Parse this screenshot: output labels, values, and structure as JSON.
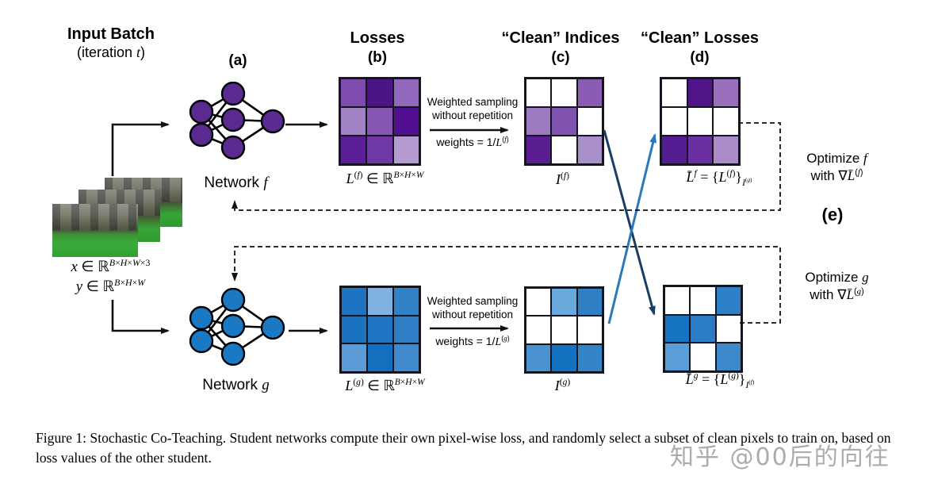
{
  "colors": {
    "purple_node": "#5B2A91",
    "blue_node": "#1B79C4",
    "navy_arrow": "#1A3C66",
    "blue_arrow": "#2B79BD",
    "arrow_black": "#111111",
    "watermark_gray": "#ACACAC"
  },
  "input": {
    "title": "Input Batch",
    "subtitle_html": "(iteration <i>t</i>)",
    "x_def_html": "<i>x</i> ∈ ℝ<sup><i>B</i>×<i>H</i>×<i>W</i>×3</sup>",
    "y_def_html": "<i>y</i> ∈ ℝ<sup><i>B</i>×<i>H</i>×<i>W</i></sup>"
  },
  "panel_labels": {
    "a": "(a)",
    "b": "(b)",
    "c": "(c)",
    "d": "(d)",
    "e": "(e)"
  },
  "columns": {
    "losses": "Losses",
    "clean_indices": "“Clean” Indices",
    "clean_losses": "“Clean” Losses"
  },
  "network_f": {
    "word": "Network",
    "symbol": "f"
  },
  "network_g": {
    "word": "Network",
    "symbol": "g"
  },
  "sampling_f": {
    "line1": "Weighted sampling",
    "line2": "without repetition",
    "weights_html": "weights = 1/<i>L</i><sup>(<i>f</i>)</sup>"
  },
  "sampling_g": {
    "line1": "Weighted sampling",
    "line2": "without repetition",
    "weights_html": "weights = 1/<i>L</i><sup>(<i>g</i>)</sup>"
  },
  "grids": {
    "losses_f": {
      "label_html": "<i>L</i><sup>(<i>f</i>)</sup> ∈ ℝ<sup><i>B</i>×<i>H</i>×<i>W</i></sup>",
      "cells": [
        [
          "#7E4BAE",
          "#4C1587",
          "#9168BC"
        ],
        [
          "#A284C6",
          "#8557B2",
          "#511091"
        ],
        [
          "#5C1E96",
          "#6F38A4",
          "#B49CD3"
        ]
      ]
    },
    "indices_f": {
      "label_html": "<i>I</i><sup>(<i>f</i>)</sup>",
      "cells": [
        [
          "#FFFFFF",
          "#FFFFFF",
          "#8A5CB4"
        ],
        [
          "#9D7AC0",
          "#8153B0",
          "#FFFFFF"
        ],
        [
          "#5A1D92",
          "#FFFFFF",
          "#A98FC9"
        ]
      ]
    },
    "clean_losses_f": {
      "label_html": "<i>L̄</i><sup><i>f</i></sup> = {<i>L</i><sup>(<i>f</i>)</sup>}<sub><i>I</i><sup>(<i>g</i>)</sup></sub>",
      "cells": [
        [
          "#FFFFFF",
          "#4F1488",
          "#9A70BD"
        ],
        [
          "#FFFFFF",
          "#FFFFFF",
          "#FFFFFF"
        ],
        [
          "#551B90",
          "#6A2FA0",
          "#AB8CC8"
        ]
      ]
    },
    "losses_g": {
      "label_html": "<i>L</i><sup>(<i>g</i>)</sup> ∈ ℝ<sup><i>B</i>×<i>H</i>×<i>W</i></sup>",
      "cells": [
        [
          "#1E74C0",
          "#7FB2E0",
          "#3181C6"
        ],
        [
          "#1B72C0",
          "#1E76C2",
          "#2E7EC6"
        ],
        [
          "#5B9CD6",
          "#1470BE",
          "#4089CC"
        ]
      ]
    },
    "indices_g": {
      "label_html": "<i>I</i><sup>(<i>g</i>)</sup>",
      "cells": [
        [
          "#FFFFFF",
          "#6AA9DC",
          "#2E7FC4"
        ],
        [
          "#FFFFFF",
          "#FFFFFF",
          "#FFFFFF"
        ],
        [
          "#4A93D0",
          "#1472C0",
          "#3385C8"
        ]
      ]
    },
    "clean_losses_g": {
      "label_html": "<i>L̄</i><sup><i>g</i></sup> = {<i>L</i><sup>(<i>g</i>)</sup>}<sub><i>I</i><sup>(<i>f</i>)</sup></sub>",
      "cells": [
        [
          "#FFFFFF",
          "#FFFFFF",
          "#2E80C6"
        ],
        [
          "#1573C2",
          "#2A7DC4",
          "#FFFFFF"
        ],
        [
          "#5B9DD7",
          "#FFFFFF",
          "#3D89CC"
        ]
      ]
    }
  },
  "optimize_f": {
    "word": "Optimize",
    "symbol": "f",
    "line2_html": "with ∇<i>L̄</i><sup>(<i>f</i>)</sup>"
  },
  "optimize_g": {
    "word": "Optimize",
    "symbol": "g",
    "line2_html": "with ∇<i>L̄</i><sup>(<i>g</i>)</sup>"
  },
  "caption": "Figure 1: Stochastic Co-Teaching. Student networks compute their own pixel-wise loss, and randomly select a subset of clean pixels to train on, based on loss values of the other student.",
  "watermark": "知乎 @00后的向往"
}
